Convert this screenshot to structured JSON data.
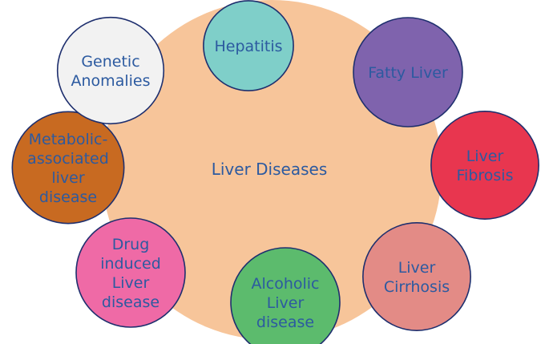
{
  "center": {
    "label": "Liver Diseases",
    "fill": "#f7c59a"
  },
  "nodes": [
    {
      "id": "hepatitis",
      "lines": [
        "Hepatitis"
      ],
      "fill": "#7fcfc9"
    },
    {
      "id": "fatty-liver",
      "lines": [
        "Fatty Liver"
      ],
      "fill": "#7f63ad"
    },
    {
      "id": "liver-fibrosis",
      "lines": [
        "Liver",
        "Fibrosis"
      ],
      "fill": "#e8364f"
    },
    {
      "id": "liver-cirrhosis",
      "lines": [
        "Liver",
        "Cirrhosis"
      ],
      "fill": "#e38b86"
    },
    {
      "id": "alcoholic-liver-disease",
      "lines": [
        "Alcoholic",
        "Liver",
        "disease"
      ],
      "fill": "#5cbb6d"
    },
    {
      "id": "drug-induced-liver-disease",
      "lines": [
        "Drug",
        "induced",
        "Liver",
        "disease"
      ],
      "fill": "#ef6aa6"
    },
    {
      "id": "metabolic-associated-liver-disease",
      "lines": [
        "Metabolic-",
        "associated",
        "liver",
        "disease"
      ],
      "fill": "#c86a21"
    },
    {
      "id": "genetic-anomalies",
      "lines": [
        "Genetic",
        "Anomalies"
      ],
      "fill": "#f2f2f2"
    }
  ],
  "colors": {
    "outline": "#1e2f6e",
    "text": "#2c5aa0"
  }
}
